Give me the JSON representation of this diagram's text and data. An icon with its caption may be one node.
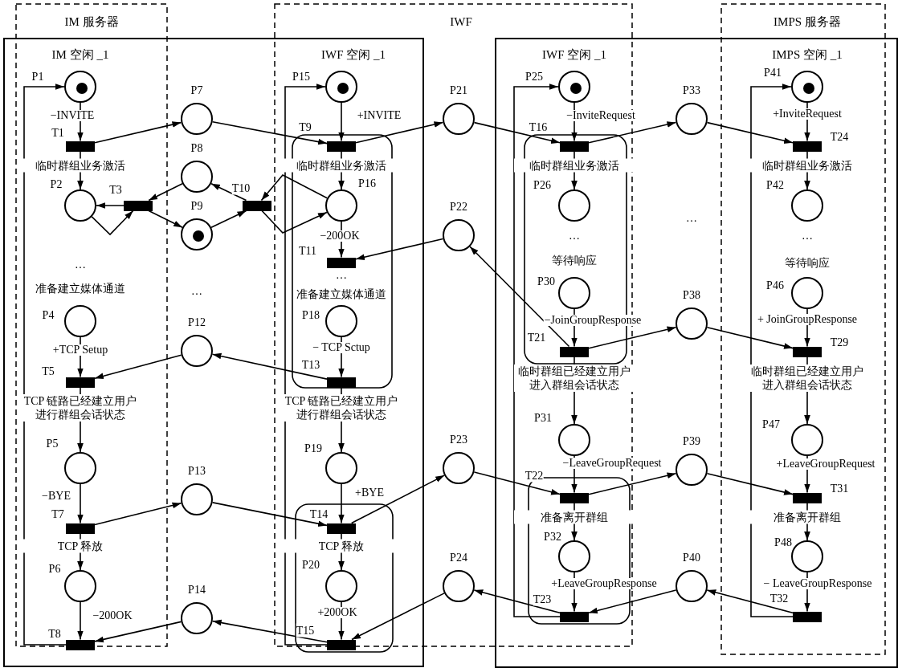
{
  "diagram": {
    "nodes": [
      {
        "text": [],
        "shape": "circle",
        "beside": [
          "P1"
        ]
      },
      {
        "text": [],
        "shape": "dot",
        "in": 0
      },
      {
        "text": [],
        "shape": "bar",
        "beside": [
          "T1",
          "临时群组业务激活"
        ]
      },
      {
        "text": [],
        "shape": "circle",
        "beside": [
          "P2"
        ]
      },
      {
        "text": [],
        "shape": "bar",
        "beside": [
          "T3"
        ]
      },
      {
        "text": [],
        "shape": "circle",
        "beside": [
          "P4"
        ]
      },
      {
        "text": [],
        "shape": "bar",
        "beside": [
          "T5",
          "TCP 链路已经建立用户进行群组会话状态"
        ]
      },
      {
        "text": [],
        "shape": "circle",
        "beside": [
          "P5"
        ]
      },
      {
        "text": [],
        "shape": "bar",
        "beside": [
          "T7",
          "TCP 释放"
        ]
      },
      {
        "text": [],
        "shape": "circle",
        "beside": [
          "P6"
        ]
      },
      {
        "text": [],
        "shape": "bar",
        "beside": [
          "T8"
        ]
      },
      {
        "text": [],
        "shape": "circle",
        "beside": [
          "P7"
        ]
      },
      {
        "text": [],
        "shape": "circle",
        "beside": [
          "P8"
        ]
      },
      {
        "text": [],
        "shape": "circle",
        "beside": [
          "P9"
        ]
      },
      {
        "text": [],
        "shape": "dot",
        "in": 13
      },
      {
        "text": [],
        "shape": "bar",
        "beside": [
          "T10"
        ]
      },
      {
        "text": [],
        "shape": "circle",
        "beside": [
          "P12"
        ]
      },
      {
        "text": [],
        "shape": "circle",
        "beside": [
          "P13"
        ]
      },
      {
        "text": [],
        "shape": "circle",
        "beside": [
          "P14"
        ]
      },
      {
        "text": [],
        "shape": "circle",
        "beside": [
          "P15"
        ]
      },
      {
        "text": [],
        "shape": "dot",
        "in": 19
      },
      {
        "text": [],
        "shape": "bar",
        "beside": [
          "T9",
          "临时群组业务激活"
        ]
      },
      {
        "text": [],
        "shape": "circle",
        "beside": [
          "P16"
        ]
      },
      {
        "text": [],
        "shape": "bar",
        "beside": [
          "T11"
        ]
      },
      {
        "text": [],
        "shape": "circle",
        "beside": [
          "P18"
        ]
      },
      {
        "text": [],
        "shape": "bar",
        "beside": [
          "T13",
          "TCP 链路已经建立用户进行群组会话状态"
        ]
      },
      {
        "text": [],
        "shape": "circle",
        "beside": [
          "P19"
        ]
      },
      {
        "text": [],
        "shape": "bar",
        "beside": [
          "T14",
          "TCP 释放"
        ]
      },
      {
        "text": [],
        "shape": "circle",
        "beside": [
          "P20"
        ]
      },
      {
        "text": [],
        "shape": "bar",
        "beside": [
          "T15"
        ]
      },
      {
        "text": [],
        "shape": "circle",
        "beside": [
          "P21"
        ]
      },
      {
        "text": [],
        "shape": "circle",
        "beside": [
          "P22"
        ]
      },
      {
        "text": [],
        "shape": "circle",
        "beside": [
          "P23"
        ]
      },
      {
        "text": [],
        "shape": "circle",
        "beside": [
          "P24"
        ]
      },
      {
        "text": [],
        "shape": "circle",
        "beside": [
          "P25"
        ]
      },
      {
        "text": [],
        "shape": "dot",
        "in": 34
      },
      {
        "text": [],
        "shape": "bar",
        "beside": [
          "T16",
          "临时群组业务激活"
        ]
      },
      {
        "text": [],
        "shape": "circle",
        "beside": [
          "P26"
        ]
      },
      {
        "text": [],
        "shape": "circle",
        "beside": [
          "P30"
        ]
      },
      {
        "text": [],
        "shape": "bar",
        "beside": [
          "T21",
          "临时群组已经建立用户进入群组会话状态"
        ]
      },
      {
        "text": [],
        "shape": "circle",
        "beside": [
          "P31"
        ]
      },
      {
        "text": [],
        "shape": "bar",
        "beside": [
          "T22",
          "准备离开群组"
        ]
      },
      {
        "text": [],
        "shape": "circle",
        "beside": [
          "P32"
        ]
      },
      {
        "text": [],
        "shape": "bar",
        "beside": [
          "T23"
        ]
      },
      {
        "text": [],
        "shape": "circle",
        "beside": [
          "P33"
        ]
      },
      {
        "text": [],
        "shape": "circle",
        "beside": [
          "P38"
        ]
      },
      {
        "text": [],
        "shape": "circle",
        "beside": [
          "P39"
        ]
      },
      {
        "text": [],
        "shape": "circle",
        "beside": [
          "P40"
        ]
      },
      {
        "text": [],
        "shape": "circle",
        "beside": [
          "P41"
        ]
      },
      {
        "text": [],
        "shape": "dot",
        "in": 48
      },
      {
        "text": [],
        "shape": "bar",
        "beside": [
          "T24",
          "临时群组业务激活"
        ]
      },
      {
        "text": [],
        "shape": "circle",
        "beside": [
          "P42"
        ]
      },
      {
        "text": [],
        "shape": "circle",
        "beside": [
          "P46"
        ]
      },
      {
        "text": [],
        "shape": "bar",
        "beside": [
          "T29",
          "临时群组已经建立用户进入群组会话状态"
        ]
      },
      {
        "text": [],
        "shape": "circle",
        "beside": [
          "P47"
        ]
      },
      {
        "text": [],
        "shape": "bar",
        "beside": [
          "T31",
          "准备离开群组"
        ]
      },
      {
        "text": [],
        "shape": "circle",
        "beside": [
          "P48"
        ]
      },
      {
        "text": [],
        "shape": "bar",
        "beside": [
          "T32"
        ]
      }
    ],
    "edges": [
      {
        "from": 10,
        "to": 0,
        "arrow": "to"
      },
      {
        "from": 0,
        "to": 2,
        "arrow": "to",
        "label": "−INVITE"
      },
      {
        "from": 2,
        "to": 3,
        "arrow": "to"
      },
      {
        "from": 2,
        "to": 11,
        "arrow": "to"
      },
      {
        "from": 11,
        "to": 21,
        "arrow": "to"
      },
      {
        "from": 4,
        "to": 3,
        "arrow": "to"
      },
      {
        "from": 3,
        "to": 4,
        "arrow": "to"
      },
      {
        "from": 12,
        "to": 4,
        "arrow": "to"
      },
      {
        "from": 4,
        "to": 13,
        "arrow": "to"
      },
      {
        "from": 13,
        "to": 15,
        "arrow": "to"
      },
      {
        "from": 15,
        "to": 12,
        "arrow": "to"
      },
      {
        "from": 22,
        "to": 15,
        "arrow": "to"
      },
      {
        "from": 15,
        "to": 22,
        "arrow": "to"
      },
      {
        "from": 5,
        "to": 6,
        "arrow": "to",
        "label": "+TCP Setup"
      },
      {
        "from": 16,
        "to": 6,
        "arrow": "to"
      },
      {
        "from": 25,
        "to": 16,
        "arrow": "to"
      },
      {
        "from": 6,
        "to": 7,
        "arrow": "to"
      },
      {
        "from": 7,
        "to": 8,
        "arrow": "to",
        "label": "−BYE"
      },
      {
        "from": 8,
        "to": 17,
        "arrow": "to"
      },
      {
        "from": 17,
        "to": 27,
        "arrow": "to"
      },
      {
        "from": 8,
        "to": 9,
        "arrow": "to"
      },
      {
        "from": 9,
        "to": 10,
        "arrow": "to",
        "label": "−200OK"
      },
      {
        "from": 18,
        "to": 10,
        "arrow": "to"
      },
      {
        "from": 29,
        "to": 18,
        "arrow": "to"
      },
      {
        "from": 29,
        "to": 19,
        "arrow": "to"
      },
      {
        "from": 19,
        "to": 21,
        "arrow": "to",
        "label": "+INVITE"
      },
      {
        "from": 21,
        "to": 30,
        "arrow": "to"
      },
      {
        "from": 21,
        "to": 22,
        "arrow": "to"
      },
      {
        "from": 22,
        "to": 23,
        "arrow": "to",
        "label": "−200OK"
      },
      {
        "from": 31,
        "to": 23,
        "arrow": "to"
      },
      {
        "from": 24,
        "to": 25,
        "arrow": "to",
        "label": "− TCP Sctup"
      },
      {
        "from": 25,
        "to": 26,
        "arrow": "to"
      },
      {
        "from": 26,
        "to": 27,
        "arrow": "to",
        "label": "+BYE"
      },
      {
        "from": 27,
        "to": 32,
        "arrow": "to"
      },
      {
        "from": 27,
        "to": 28,
        "arrow": "to"
      },
      {
        "from": 28,
        "to": 29,
        "arrow": "to",
        "label": "+200OK"
      },
      {
        "from": 33,
        "to": 29,
        "arrow": "to"
      },
      {
        "from": 43,
        "to": 34,
        "arrow": "to"
      },
      {
        "from": 34,
        "to": 36,
        "arrow": "to",
        "label": "−InviteRequest"
      },
      {
        "from": 30,
        "to": 36,
        "arrow": "to"
      },
      {
        "from": 36,
        "to": 44,
        "arrow": "to"
      },
      {
        "from": 36,
        "to": 37,
        "arrow": "to"
      },
      {
        "from": 38,
        "to": 39,
        "arrow": "to",
        "label": "−JoinGroupResponse"
      },
      {
        "from": 39,
        "to": 31,
        "arrow": "to"
      },
      {
        "from": 39,
        "to": 45,
        "arrow": "to"
      },
      {
        "from": 39,
        "to": 40,
        "arrow": "to"
      },
      {
        "from": 40,
        "to": 41,
        "arrow": "to",
        "label": "−LeaveGroupRequest"
      },
      {
        "from": 32,
        "to": 41,
        "arrow": "to"
      },
      {
        "from": 41,
        "to": 46,
        "arrow": "to"
      },
      {
        "from": 41,
        "to": 42,
        "arrow": "to"
      },
      {
        "from": 42,
        "to": 43,
        "arrow": "to",
        "label": "+LeaveGroupResponse"
      },
      {
        "from": 43,
        "to": 33,
        "arrow": "to"
      },
      {
        "from": 47,
        "to": 43,
        "arrow": "to"
      },
      {
        "from": 57,
        "to": 48,
        "arrow": "to"
      },
      {
        "from": 48,
        "to": 50,
        "arrow": "to",
        "label": "+InviteRequest"
      },
      {
        "from": 44,
        "to": 50,
        "arrow": "to"
      },
      {
        "from": 50,
        "to": 51,
        "arrow": "to"
      },
      {
        "from": 52,
        "to": 53,
        "arrow": "to",
        "label": "+ JoinGroupResponse"
      },
      {
        "from": 45,
        "to": 53,
        "arrow": "to"
      },
      {
        "from": 53,
        "to": 54,
        "arrow": "to"
      },
      {
        "from": 54,
        "to": 55,
        "arrow": "to",
        "label": "+LeaveGroupRequest"
      },
      {
        "from": 46,
        "to": 55,
        "arrow": "to"
      },
      {
        "from": 55,
        "to": 56,
        "arrow": "to"
      },
      {
        "from": 56,
        "to": 57,
        "arrow": "to",
        "label": "− LeaveGroupResponse"
      },
      {
        "from": 57,
        "to": 47,
        "arrow": "to"
      }
    ],
    "labels": [
      "IM 服务器",
      "IWF",
      "IMPS 服务器",
      "IM 空闲 _1",
      "IWF 空闲 _1",
      "IWF 空闲 _1",
      "IMPS 空闲 _1",
      "…",
      "准备建立媒体通道",
      "…",
      "…",
      "准备建立媒体通道",
      "…",
      "等待响应",
      "…",
      "…",
      "等待响应"
    ]
  }
}
